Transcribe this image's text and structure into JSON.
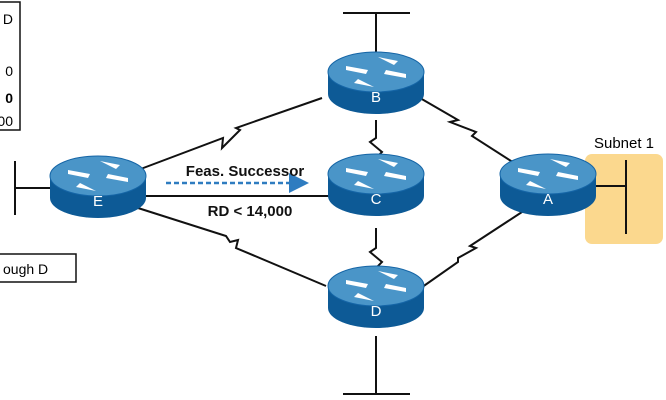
{
  "colors": {
    "router_light": "#4a95c8",
    "router_dark": "#1565a6",
    "router_side": "#0d5a96",
    "subnet_fill": "#fbd88e",
    "arrow": "#2e7cc0",
    "line": "#111111"
  },
  "routers": {
    "A": {
      "label": "A"
    },
    "B": {
      "label": "B"
    },
    "C": {
      "label": "C"
    },
    "D": {
      "label": "D"
    },
    "E": {
      "label": "E"
    }
  },
  "subnet_label": "Subnet 1",
  "feasible_successor_label": "Feas. Successor",
  "rd_label": "RD < 14,000",
  "left_box": {
    "lines": [
      "D",
      "0",
      "0",
      "00"
    ]
  },
  "bottom_box_label": "ough D"
}
